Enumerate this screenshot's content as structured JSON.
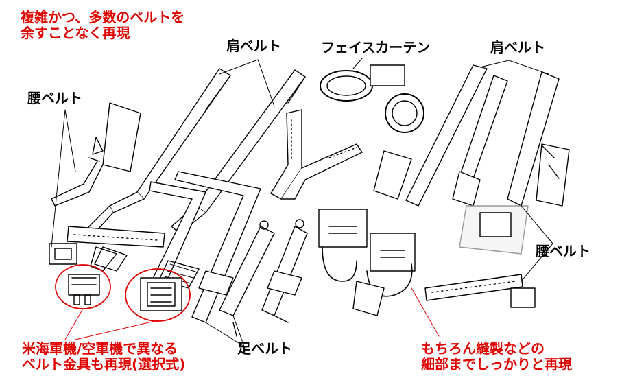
{
  "callouts": {
    "top_left_line1": "複雑かつ、多数のベルトを",
    "top_left_line2": "余すことなく再現",
    "bottom_left_line1": "米海軍機/空軍機で異なる",
    "bottom_left_line2": "ベルト金具も再現(選択式)",
    "bottom_right_line1": "もちろん縫製などの",
    "bottom_right_line2": "細部までしっかりと再現"
  },
  "labels": {
    "shoulder_belt_left": "肩ベルト",
    "face_curtain": "フェイスカーテン",
    "shoulder_belt_right": "肩ベルト",
    "waist_belt_left": "腰ベルト",
    "waist_belt_right": "腰ベルト",
    "leg_belt": "足ベルト"
  },
  "colors": {
    "callout_red": "#e00000",
    "label_black": "#000000",
    "line_art": "#000000"
  }
}
